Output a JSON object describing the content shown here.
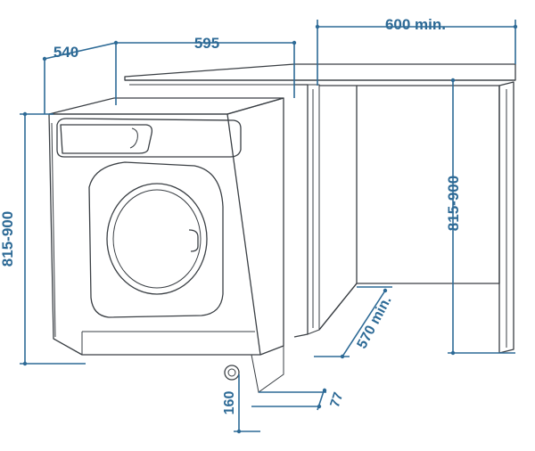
{
  "diagram": {
    "colors": {
      "dimension": "#2d6a96",
      "outline": "#3a3f44",
      "background": "#ffffff"
    },
    "dimensions": {
      "depth": "540",
      "width": "595",
      "niche_width": "600 min.",
      "machine_height": "815-900",
      "niche_height": "815-900",
      "niche_depth": "570 min.",
      "foot_height": "160",
      "foot_depth": "77"
    }
  }
}
